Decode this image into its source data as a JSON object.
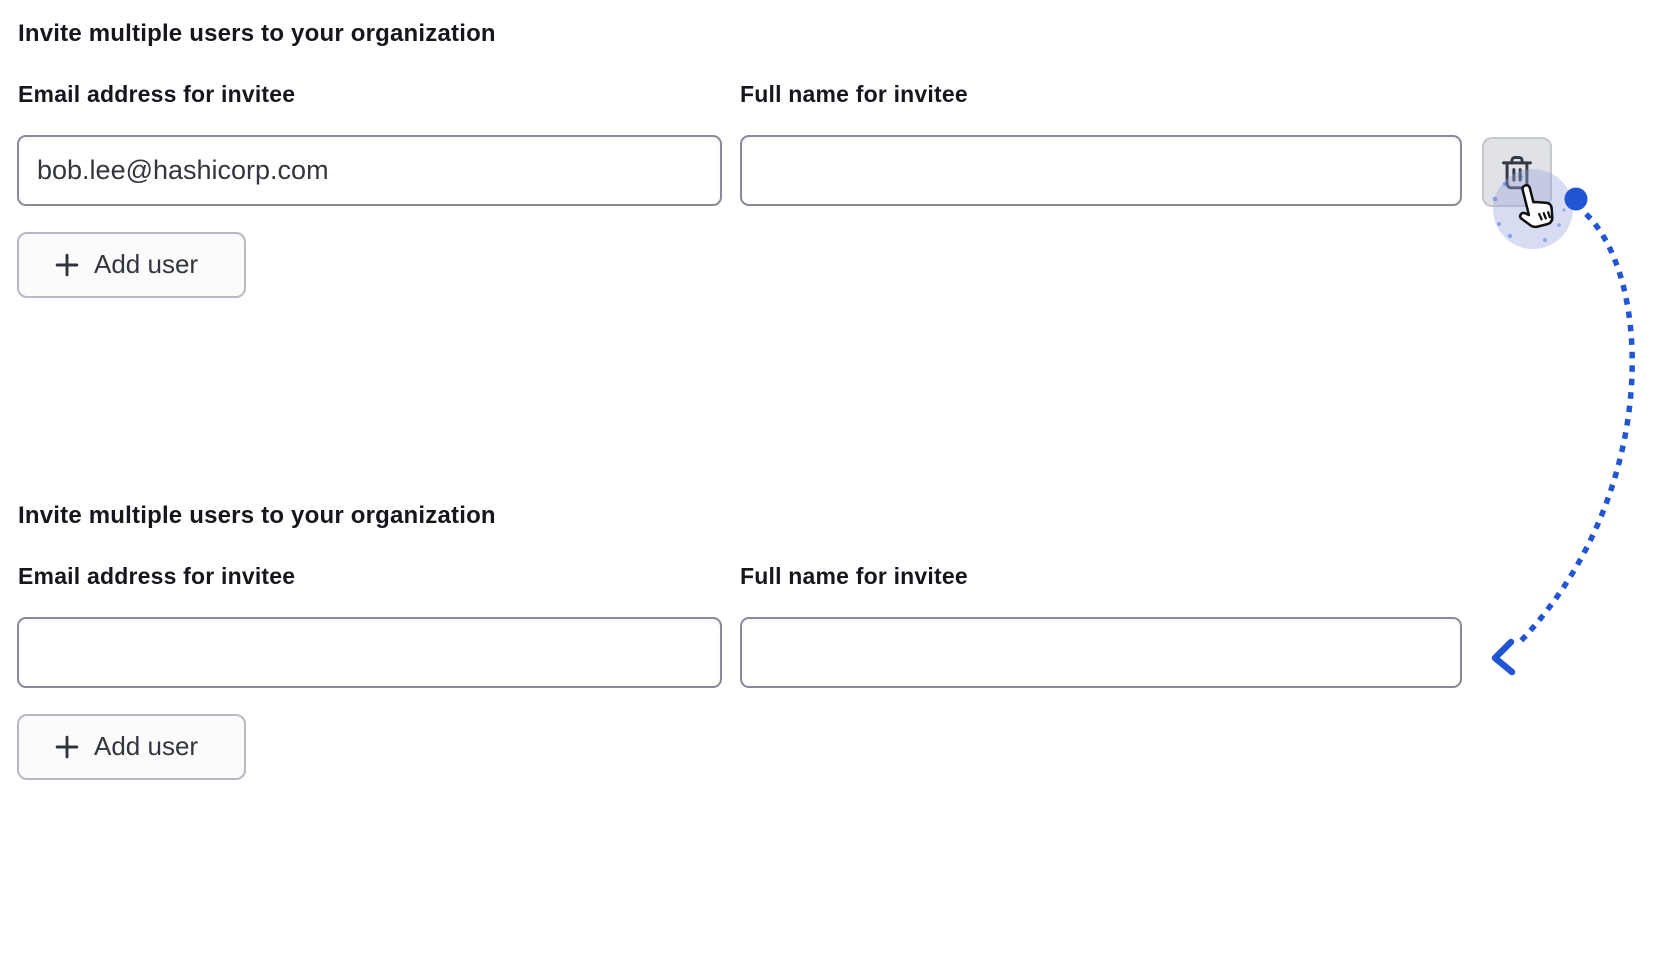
{
  "sections": [
    {
      "heading": "Invite multiple users to your organization",
      "email_label": "Email address for invitee",
      "name_label": "Full name for invitee",
      "email_value": "bob.lee@hashicorp.com",
      "name_value": "",
      "add_user_label": "Add user",
      "add_user_icon": "plus-icon",
      "delete_button_icon": "trash-icon"
    },
    {
      "heading": "Invite multiple users to your organization",
      "email_label": "Email address for invitee",
      "name_label": "Full name for invitee",
      "email_value": "",
      "name_value": "",
      "add_user_label": "Add user",
      "add_user_icon": "plus-icon"
    }
  ],
  "annotation": {
    "accent_color": "#2155d4",
    "shape": "solid start dot, dotted curved line, left-pointing arrowhead",
    "cursor": "hand-pointer-cursor hovering delete button with lavender halo"
  },
  "colors": {
    "background": "#ffffff",
    "text": "#15171c",
    "input_text": "#33363d",
    "input_border": "#878b99",
    "add_button_border": "#b7bac4",
    "add_button_bg": "#fbfbfc",
    "delete_button_bg": "#e0e2e7",
    "delete_button_border": "#c5c7cf",
    "trash_icon": "#343943",
    "halo": "#c7cdf0"
  }
}
